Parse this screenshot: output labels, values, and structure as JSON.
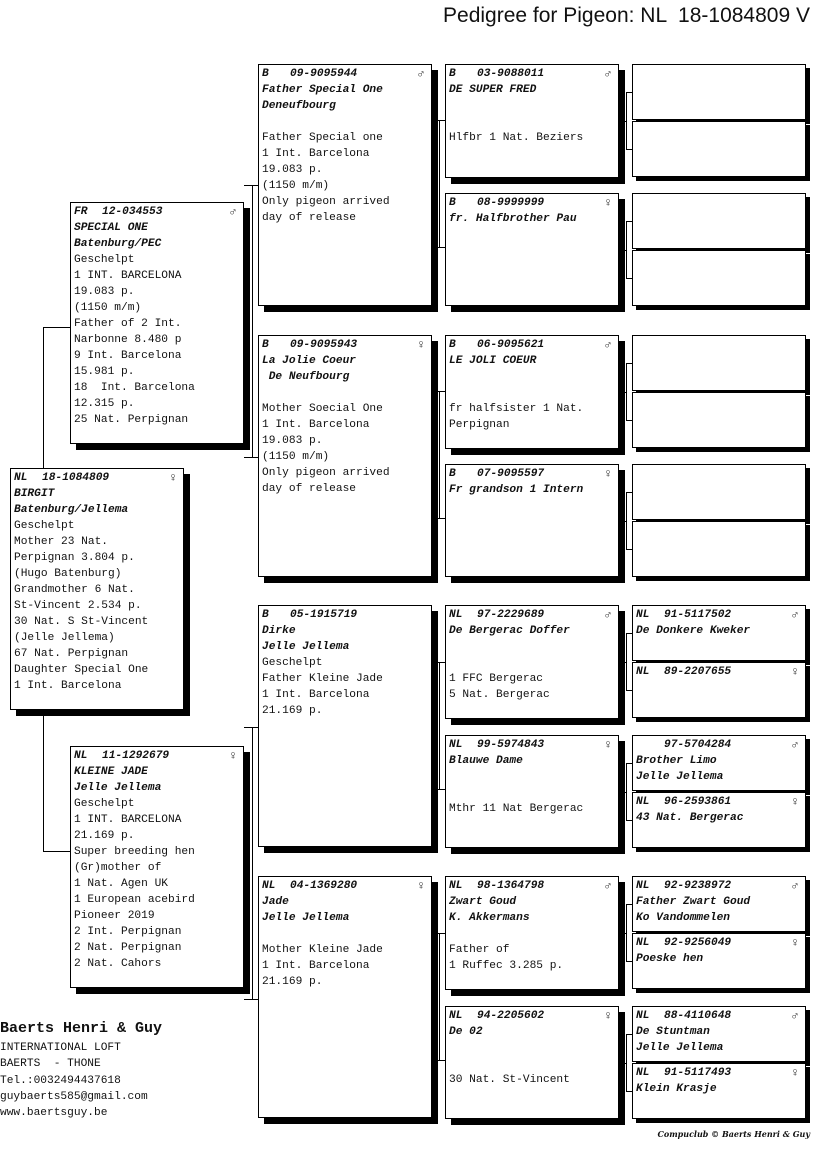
{
  "title": "Pedigree for Pigeon: NL  18-1084809 V",
  "pigeons": [
    {
      "country": "NL",
      "ring": "18-1084809",
      "sex": "♀",
      "lines": [
        {
          "t": "BIRGIT",
          "b": true
        },
        {
          "t": "Batenburg/Jellema",
          "b": true
        },
        {
          "t": "Geschelpt"
        },
        {
          "t": "Mother 23 Nat."
        },
        {
          "t": "Perpignan 3.804 p."
        },
        {
          "t": "(Hugo Batenburg)"
        },
        {
          "t": "Grandmother 6 Nat."
        },
        {
          "t": "St-Vincent 2.534 p."
        },
        {
          "t": "30 Nat. S St-Vincent"
        },
        {
          "t": "(Jelle Jellema)"
        },
        {
          "t": "67 Nat. Perpignan"
        },
        {
          "t": "Daughter Special One"
        },
        {
          "t": "1 Int. Barcelona"
        }
      ]
    },
    {
      "country": "FR",
      "ring": "12-034553",
      "sex": "♂",
      "lines": [
        {
          "t": "SPECIAL ONE",
          "b": true
        },
        {
          "t": "Batenburg/PEC",
          "b": true
        },
        {
          "t": "Geschelpt"
        },
        {
          "t": "1 INT. BARCELONA"
        },
        {
          "t": "19.083 p."
        },
        {
          "t": "(1150 m/m)"
        },
        {
          "t": "Father of 2 Int."
        },
        {
          "t": "Narbonne 8.480 p"
        },
        {
          "t": "9 Int. Barcelona"
        },
        {
          "t": "15.981 p."
        },
        {
          "t": "18  Int. Barcelona"
        },
        {
          "t": "12.315 p."
        },
        {
          "t": "25 Nat. Perpignan"
        }
      ]
    },
    {
      "country": "NL",
      "ring": "11-1292679",
      "sex": "♀",
      "lines": [
        {
          "t": "KLEINE JADE",
          "b": true
        },
        {
          "t": "Jelle Jellema",
          "b": true
        },
        {
          "t": "Geschelpt"
        },
        {
          "t": "1 INT. BARCELONA"
        },
        {
          "t": "21.169 p."
        },
        {
          "t": "Super breeding hen"
        },
        {
          "t": "(Gr)mother of"
        },
        {
          "t": "1 Nat. Agen UK"
        },
        {
          "t": "1 European acebird"
        },
        {
          "t": "Pioneer 2019"
        },
        {
          "t": "2 Int. Perpignan"
        },
        {
          "t": "2 Nat. Perpignan"
        },
        {
          "t": "2 Nat. Cahors"
        }
      ]
    },
    {
      "country": "B",
      "ring": "09-9095944",
      "sex": "♂",
      "lines": [
        {
          "t": "Father Special One",
          "b": true
        },
        {
          "t": "Deneufbourg",
          "b": true
        },
        {
          "t": ""
        },
        {
          "t": "Father Special one"
        },
        {
          "t": "1 Int. Barcelona"
        },
        {
          "t": "19.083 p."
        },
        {
          "t": "(1150 m/m)"
        },
        {
          "t": "Only pigeon arrived"
        },
        {
          "t": "day of release"
        }
      ]
    },
    {
      "country": "B",
      "ring": "09-9095943",
      "sex": "♀",
      "lines": [
        {
          "t": "La Jolie Coeur",
          "b": true
        },
        {
          "t": " De Neufbourg",
          "b": true
        },
        {
          "t": ""
        },
        {
          "t": "Mother Soecial One"
        },
        {
          "t": "1 Int. Barcelona"
        },
        {
          "t": "19.083 p."
        },
        {
          "t": "(1150 m/m)"
        },
        {
          "t": "Only pigeon arrived"
        },
        {
          "t": "day of release"
        }
      ]
    },
    {
      "country": "B",
      "ring": "05-1915719",
      "sex": "",
      "lines": [
        {
          "t": "Dirke",
          "b": true
        },
        {
          "t": "Jelle Jellema",
          "b": true
        },
        {
          "t": "Geschelpt"
        },
        {
          "t": "Father Kleine Jade"
        },
        {
          "t": "1 Int. Barcelona"
        },
        {
          "t": "21.169 p."
        }
      ]
    },
    {
      "country": "NL",
      "ring": "04-1369280",
      "sex": "♀",
      "lines": [
        {
          "t": "Jade",
          "b": true
        },
        {
          "t": "Jelle Jellema",
          "b": true
        },
        {
          "t": ""
        },
        {
          "t": "Mother Kleine Jade"
        },
        {
          "t": "1 Int. Barcelona"
        },
        {
          "t": "21.169 p."
        }
      ]
    },
    {
      "country": "B",
      "ring": "03-9088011",
      "sex": "♂",
      "lines": [
        {
          "t": "DE SUPER FRED",
          "b": true
        },
        {
          "t": ""
        },
        {
          "t": ""
        },
        {
          "t": "Hlfbr 1 Nat. Beziers"
        }
      ]
    },
    {
      "country": "B",
      "ring": "08-9999999",
      "sex": "♀",
      "lines": [
        {
          "t": "fr. Halfbrother Pau",
          "b": true
        }
      ]
    },
    {
      "country": "B",
      "ring": "06-9095621",
      "sex": "♂",
      "lines": [
        {
          "t": "LE JOLI COEUR",
          "b": true
        },
        {
          "t": ""
        },
        {
          "t": ""
        },
        {
          "t": "fr halfsister 1 Nat."
        },
        {
          "t": "Perpignan"
        }
      ]
    },
    {
      "country": "B",
      "ring": "07-9095597",
      "sex": "♀",
      "lines": [
        {
          "t": "Fr grandson 1 Intern",
          "b": true
        }
      ]
    },
    {
      "country": "NL",
      "ring": "97-2229689",
      "sex": "♂",
      "lines": [
        {
          "t": "De Bergerac Doffer",
          "b": true
        },
        {
          "t": ""
        },
        {
          "t": ""
        },
        {
          "t": "1 FFC Bergerac"
        },
        {
          "t": "5 Nat. Bergerac"
        }
      ]
    },
    {
      "country": "NL",
      "ring": "99-5974843",
      "sex": "♀",
      "lines": [
        {
          "t": "Blauwe Dame",
          "b": true
        },
        {
          "t": ""
        },
        {
          "t": ""
        },
        {
          "t": "Mthr 11 Nat Bergerac"
        }
      ]
    },
    {
      "country": "NL",
      "ring": "98-1364798",
      "sex": "♂",
      "lines": [
        {
          "t": "Zwart Goud",
          "b": true
        },
        {
          "t": "K. Akkermans",
          "b": true
        },
        {
          "t": ""
        },
        {
          "t": "Father of"
        },
        {
          "t": "1 Ruffec 3.285 p."
        }
      ]
    },
    {
      "country": "NL",
      "ring": "94-2205602",
      "sex": "♀",
      "lines": [
        {
          "t": "De 02",
          "b": true
        },
        {
          "t": ""
        },
        {
          "t": ""
        },
        {
          "t": "30 Nat. St-Vincent"
        }
      ]
    },
    {
      "country": "NL",
      "ring": "91-5117502",
      "sex": "♂",
      "lines": [
        {
          "t": "De Donkere Kweker",
          "b": true
        }
      ]
    },
    {
      "country": "NL",
      "ring": "89-2207655",
      "sex": "♀",
      "lines": []
    },
    {
      "country": "",
      "ring": "97-5704284",
      "sex": "♂",
      "lines": [
        {
          "t": "Brother Limo",
          "b": true
        },
        {
          "t": "Jelle Jellema",
          "b": true
        }
      ]
    },
    {
      "country": "NL",
      "ring": "96-2593861",
      "sex": "♀",
      "lines": [
        {
          "t": "43 Nat. Bergerac",
          "b": true
        }
      ]
    },
    {
      "country": "NL",
      "ring": "92-9238972",
      "sex": "♂",
      "lines": [
        {
          "t": "Father Zwart Goud",
          "b": true
        },
        {
          "t": "Ko Vandommelen",
          "b": true
        }
      ]
    },
    {
      "country": "NL",
      "ring": "92-9256049",
      "sex": "♀",
      "lines": [
        {
          "t": "Poeske hen",
          "b": true
        }
      ]
    },
    {
      "country": "NL",
      "ring": "88-4110648",
      "sex": "♂",
      "lines": [
        {
          "t": "De Stuntman",
          "b": true
        },
        {
          "t": "Jelle Jellema",
          "b": true
        }
      ]
    },
    {
      "country": "NL",
      "ring": "91-5117493",
      "sex": "♀",
      "lines": [
        {
          "t": "Klein Krasje",
          "b": true
        }
      ]
    }
  ],
  "owner": {
    "name": "Baerts Henri & Guy",
    "lines": [
      "INTERNATIONAL LOFT",
      "BAERTS  - THONE",
      "Tel.:0032494437618",
      "guybaerts585@gmail.com",
      "www.baertsguy.be"
    ]
  },
  "footer": "Compuclub © Baerts Henri & Guy"
}
